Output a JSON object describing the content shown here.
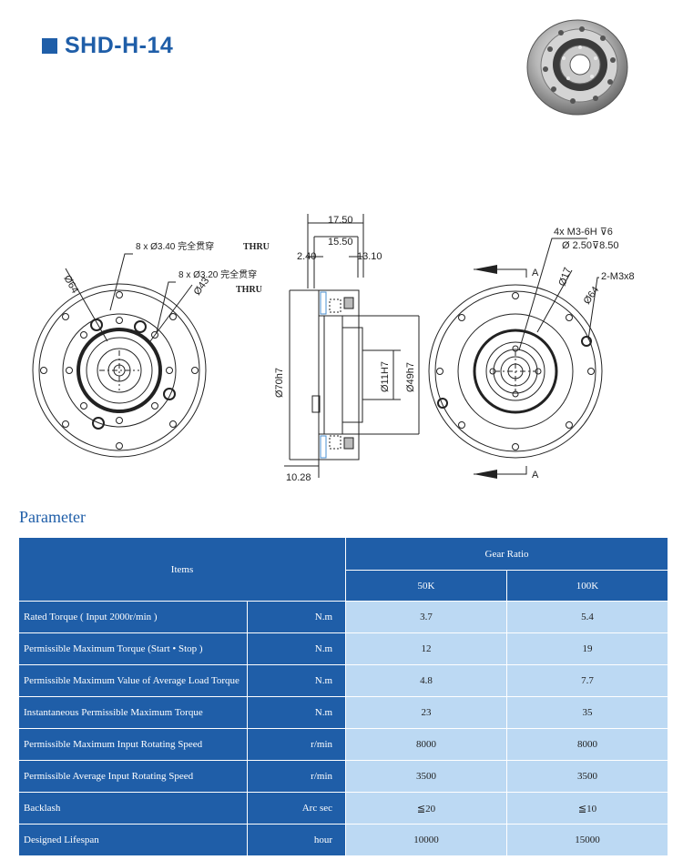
{
  "header": {
    "title": "SHD-H-14"
  },
  "drawing": {
    "front": {
      "hole_a": "8 x Ø3.40 完全贯穿",
      "hole_a_thru": "THRU",
      "hole_b": "8 x Ø3.20 完全贯穿",
      "hole_b_thru": "THRU",
      "dia_outer": "Ø64",
      "dia_inner": "Ø43"
    },
    "section": {
      "dim_total": "17.50",
      "dim_mid": "15.50",
      "dim_left": "2.40",
      "dim_right": "13.10",
      "dia_70": "Ø70h7",
      "dia_11": "Ø11H7",
      "dia_49": "Ø49h7",
      "dim_bottom": "10.28"
    },
    "back": {
      "thread_1": "4x M3-6H ⊽6",
      "thread_2": "Ø 2.50⊽8.50",
      "dia_17": "Ø17",
      "dia_64": "Ø64",
      "tap": "2-M3x8",
      "section_top": "A",
      "section_bottom": "A"
    }
  },
  "parameter": {
    "section_title": "Parameter",
    "header_items": "Items",
    "header_gear_ratio": "Gear Ratio",
    "ratios": [
      "50K",
      "100K"
    ],
    "rows": [
      {
        "item": "Rated Torque ( Input 2000r/min )",
        "unit": "N.m",
        "v50": "3.7",
        "v100": "5.4"
      },
      {
        "item": "Permissible Maximum Torque (Start • Stop )",
        "unit": "N.m",
        "v50": "12",
        "v100": "19"
      },
      {
        "item": "Permissible Maximum Value of Average Load Torque",
        "unit": "N.m",
        "v50": "4.8",
        "v100": "7.7"
      },
      {
        "item": "Instantaneous Permissible Maximum Torque",
        "unit": "N.m",
        "v50": "23",
        "v100": "35"
      },
      {
        "item": "Permissible Maximum Input Rotating Speed",
        "unit": "r/min",
        "v50": "8000",
        "v100": "8000"
      },
      {
        "item": "Permissible Average Input Rotating Speed",
        "unit": "r/min",
        "v50": "3500",
        "v100": "3500"
      },
      {
        "item": "Backlash",
        "unit": "Arc sec",
        "v50": "≦20",
        "v100": "≦10"
      },
      {
        "item": "Designed Lifespan",
        "unit": "hour",
        "v50": "10000",
        "v100": "15000"
      }
    ]
  },
  "colors": {
    "header_blue": "#1f5ea8",
    "cell_light_blue": "#bcd9f3"
  }
}
